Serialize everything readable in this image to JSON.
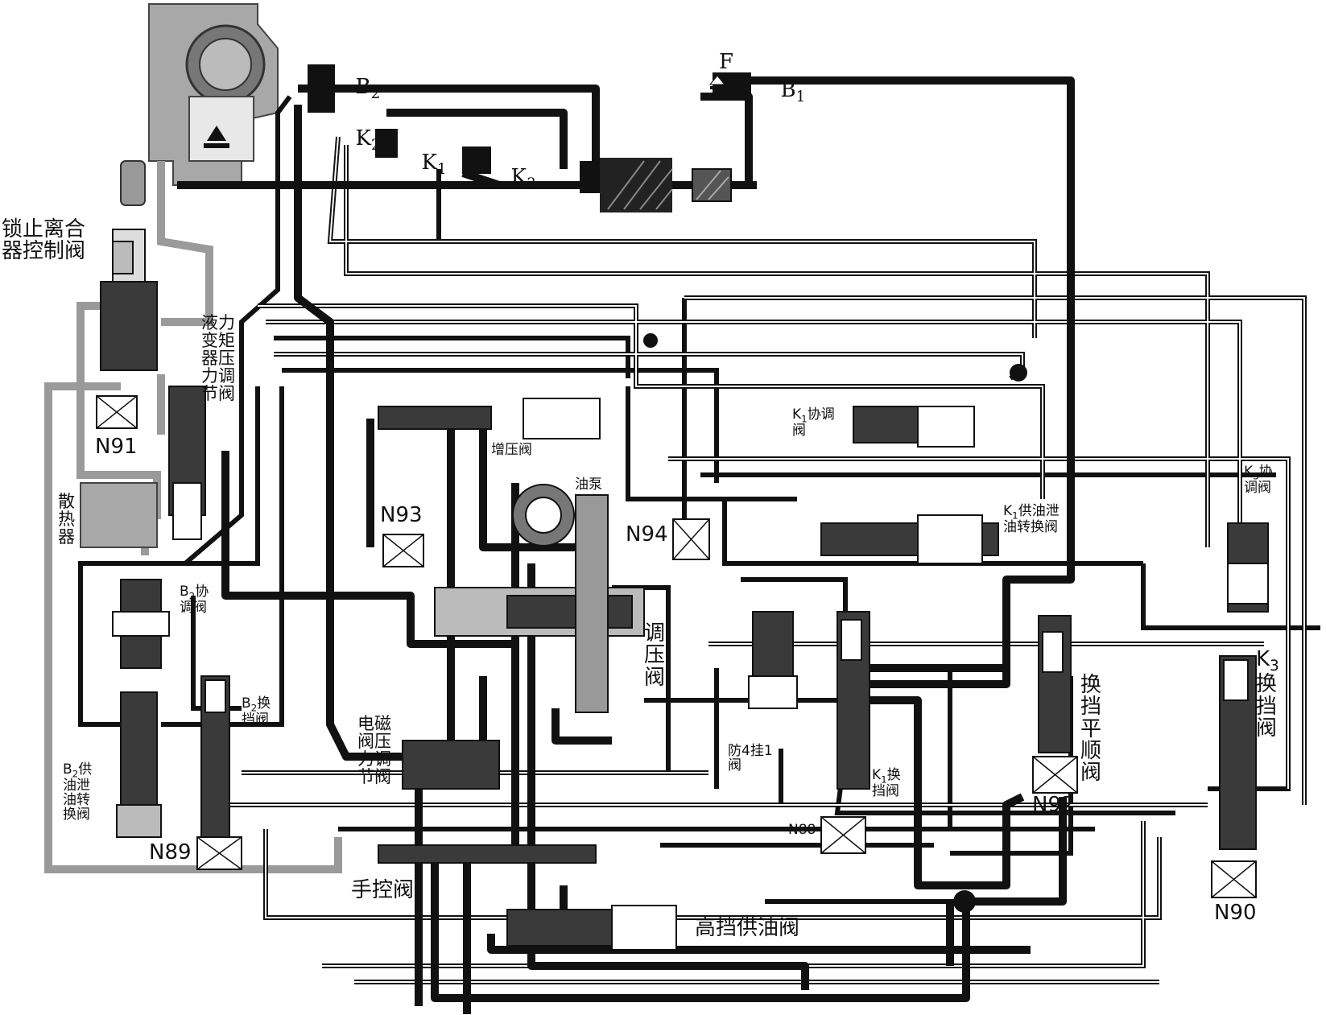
{
  "diagram": {
    "clutch_labels": {
      "b2": {
        "base": "B",
        "sub": "2"
      },
      "k2": {
        "base": "K",
        "sub": "2"
      },
      "k1": {
        "base": "K",
        "sub": "1"
      },
      "k3": {
        "base": "K",
        "sub": "3"
      },
      "f": "F",
      "b1": {
        "base": "B",
        "sub": "1"
      }
    },
    "valves": {
      "lockup_clutch_control": "锁止离合器控制阀",
      "converter_pressure": "液力变矩器压力调节阀",
      "radiator": "散热器",
      "b2_coordination": {
        "pre": "B",
        "sub": "2",
        "post": "协调阀"
      },
      "b2_shift": {
        "pre": "B",
        "sub": "2",
        "post": "换挡阀"
      },
      "b2_supply_drain": {
        "pre": "B",
        "sub": "2",
        "post": "供油泄油转换阀"
      },
      "boost": "增压阀",
      "oil_pump": "油泵",
      "pressure_regulator": "调压阀",
      "solenoid_pressure": "电磁阀压力调节阀",
      "manual": "手控阀",
      "high_gear_supply": "高挡供油阀",
      "k1_coordination": {
        "pre": "K",
        "sub": "1",
        "post": "协调阀"
      },
      "k1_supply_drain": {
        "pre": "K",
        "sub": "1",
        "post": "供油泄油转换阀"
      },
      "anti_4_1": "防4挂1阀",
      "k1_shift": {
        "pre": "K",
        "sub": "1",
        "post": "换挡阀"
      },
      "shift_smoothing": "换挡平顺阀",
      "k3_coordination": {
        "pre": "K",
        "sub": "3",
        "post": "协调阀"
      },
      "k3_shift": {
        "pre": "K",
        "sub": "3",
        "post": "换挡阀"
      }
    },
    "solenoids": {
      "n91": "N91",
      "n93": "N93",
      "n94": "N94",
      "n89": "N89",
      "n88": "N88",
      "n92": "N92",
      "n90": "N90"
    },
    "colors": {
      "line_black": "#111111",
      "line_gray": "#8a8a8a",
      "converter_gray": "#a8a8a8",
      "valve_body": "#3a3a3a",
      "spring": "#888888"
    }
  }
}
